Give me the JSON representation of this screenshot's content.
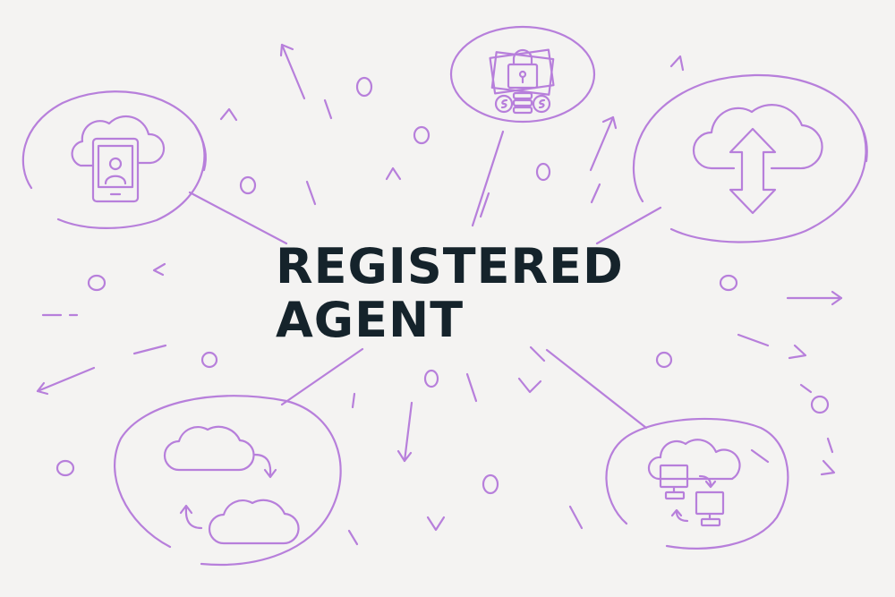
{
  "title": {
    "line1": "REGISTERED",
    "line2": "AGENT"
  },
  "colors": {
    "background": "#f4f3f2",
    "accent": "#b77fdb",
    "text": "#15232b"
  },
  "nodes": [
    {
      "id": "mobile-cloud",
      "icon": "cloud-smartphone-user-icon"
    },
    {
      "id": "money-lock",
      "icon": "money-lock-coins-icon"
    },
    {
      "id": "cloud-sync",
      "icon": "cloud-up-down-arrow-icon"
    },
    {
      "id": "cloud-transfer",
      "icon": "cloud-to-cloud-transfer-icon"
    },
    {
      "id": "computer-network",
      "icon": "cloud-computers-network-icon"
    }
  ]
}
